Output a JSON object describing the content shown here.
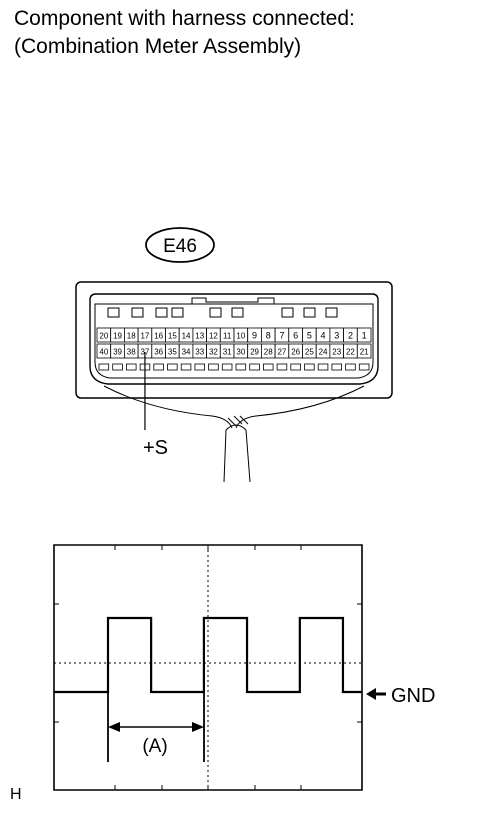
{
  "header": {
    "line1": "Component with harness connected:",
    "line2": "(Combination Meter Assembly)"
  },
  "connector": {
    "id": "E46",
    "top_row": [
      "20",
      "19",
      "18",
      "17",
      "16",
      "15",
      "14",
      "13",
      "12",
      "11",
      "10",
      "9",
      "8",
      "7",
      "6",
      "5",
      "4",
      "3",
      "2",
      "1"
    ],
    "bottom_row": [
      "40",
      "39",
      "38",
      "37",
      "36",
      "35",
      "34",
      "33",
      "32",
      "31",
      "30",
      "29",
      "28",
      "27",
      "26",
      "25",
      "24",
      "23",
      "22",
      "21"
    ],
    "probe_pin": "37",
    "probe_label": "+S"
  },
  "waveform": {
    "gnd_label": "GND",
    "period_label": "(A)",
    "pulses": [
      {
        "rise": 0,
        "fall": 1
      },
      {
        "rise": 2,
        "fall": 3
      },
      {
        "rise": 4,
        "fall": 5
      }
    ]
  },
  "corner_label": "H"
}
